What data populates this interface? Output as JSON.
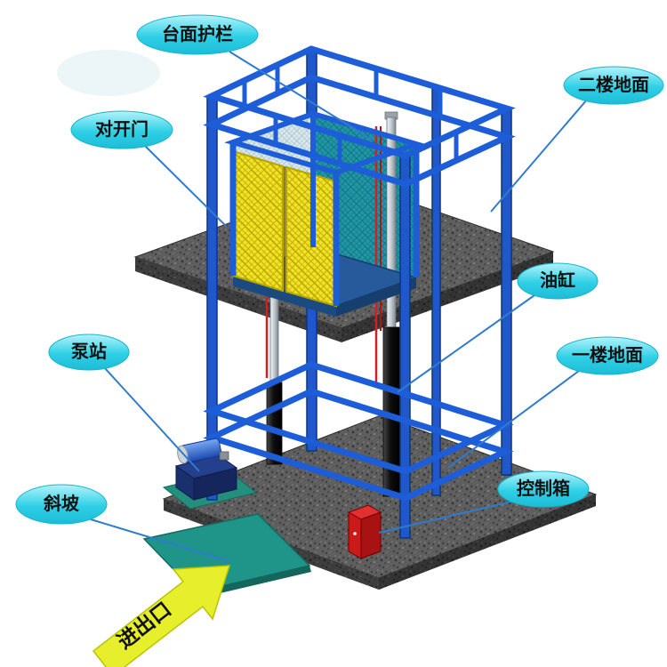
{
  "diagram": {
    "labels": {
      "platform_guardrail": "台面护栏",
      "second_floor": "二楼地面",
      "double_door": "对开门",
      "oil_cylinder": "油缸",
      "pump_station": "泵站",
      "first_floor": "一楼地面",
      "control_box": "控制箱",
      "ramp": "斜坡",
      "entrance_exit": "进出口"
    },
    "colors": {
      "bubble_cyan": "#2fd0e6",
      "leader_line_blue": "#2f7bd0",
      "structure_blue": "#1d5dd8",
      "floor_gray": "#5e5e5e",
      "ramp_teal": "#1f9488",
      "door_yellow": "#f0e225",
      "cage_teal": "#1f97a6",
      "control_box_red": "#cc1a1a",
      "arrow_yellow": "#e7ef2d"
    }
  }
}
